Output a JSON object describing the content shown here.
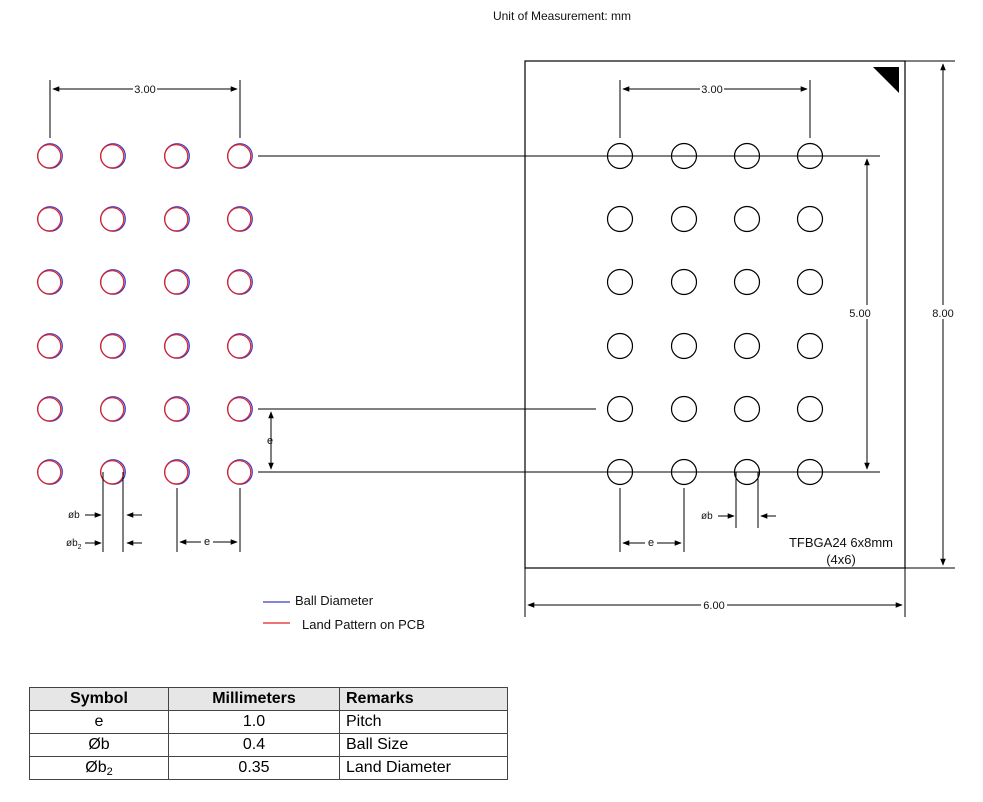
{
  "header": {
    "unit_label": "Unit of Measurement: mm"
  },
  "left_view": {
    "pitch_label": "3.00",
    "e_label": "e",
    "phi_b_label": "øb",
    "phi_b2_label": "øb",
    "phi_b2_sub": "2",
    "rows": 6,
    "cols": 4
  },
  "right_view": {
    "pitch_label": "3.00",
    "row_span_label": "5.00",
    "height_label": "8.00",
    "width_label": "6.00",
    "e_label": "e",
    "phi_b_label": "øb",
    "package_name": "TFBGA24 6x8mm",
    "package_grid": "(4x6)",
    "rows": 6,
    "cols": 4
  },
  "legend": [
    {
      "label": "Ball Diameter",
      "color": "#3a3acc"
    },
    {
      "label": "Land Pattern on PCB",
      "color": "#e02020"
    }
  ],
  "table": {
    "headers": [
      "Symbol",
      "Millimeters",
      "Remarks"
    ],
    "rows": [
      {
        "symbol": "e",
        "sub": "",
        "mm": "1.0",
        "remark": "Pitch"
      },
      {
        "symbol": "Øb",
        "sub": "",
        "mm": "0.4",
        "remark": "Ball Size"
      },
      {
        "symbol": "Øb",
        "sub": "2",
        "mm": "0.35",
        "remark": "Land Diameter"
      }
    ]
  }
}
